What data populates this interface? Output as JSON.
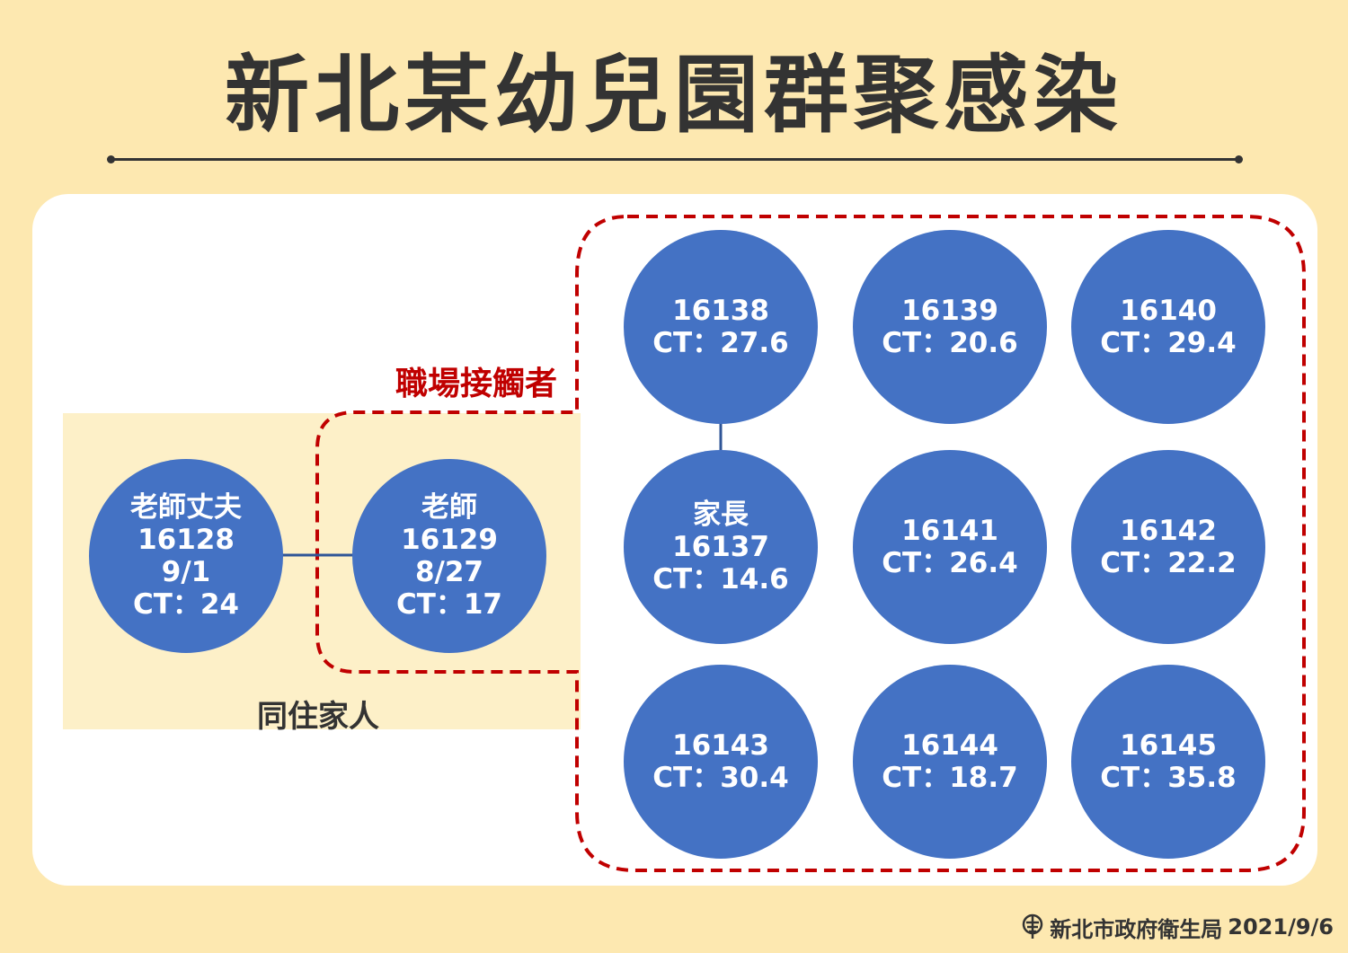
{
  "title": "新北某幼兒園群聚感染",
  "labels": {
    "workplace_contacts": "職場接觸者",
    "household": "同住家人"
  },
  "nodes": {
    "n16128": {
      "role": "老師丈夫",
      "id": "16128",
      "date": "9/1",
      "ct": "CT：24"
    },
    "n16129": {
      "role": "老師",
      "id": "16129",
      "date": "8/27",
      "ct": "CT：17"
    },
    "n16137": {
      "role": "家長",
      "id": "16137",
      "ct": "CT：14.6"
    },
    "n16138": {
      "id": "16138",
      "ct": "CT：27.6"
    },
    "n16139": {
      "id": "16139",
      "ct": "CT：20.6"
    },
    "n16140": {
      "id": "16140",
      "ct": "CT：29.4"
    },
    "n16141": {
      "id": "16141",
      "ct": "CT：26.4"
    },
    "n16142": {
      "id": "16142",
      "ct": "CT：22.2"
    },
    "n16143": {
      "id": "16143",
      "ct": "CT：30.4"
    },
    "n16144": {
      "id": "16144",
      "ct": "CT：18.7"
    },
    "n16145": {
      "id": "16145",
      "ct": "CT：35.8"
    }
  },
  "footer": {
    "org": "新北市政府衛生局",
    "date": "2021/9/6"
  },
  "colors": {
    "background": "#fde8b0",
    "node": "#4472c4",
    "workplace_boundary": "#c00000",
    "household_area": "#fdf0c8"
  }
}
